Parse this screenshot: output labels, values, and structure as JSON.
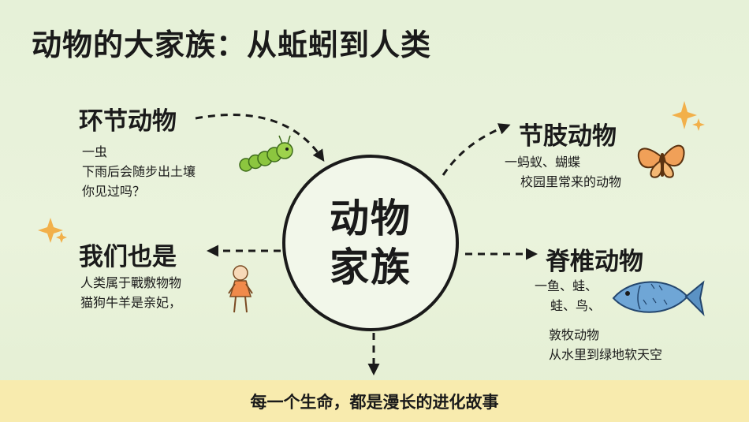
{
  "title": "动物的大家族：从蚯蚓到人类",
  "center": {
    "line1": "动物",
    "line2": "家族"
  },
  "nodes": {
    "annelida": {
      "heading": "环节动物",
      "lines": [
        "一虫",
        "下雨后会随步出土壤",
        "你见过吗？"
      ]
    },
    "arthropoda": {
      "heading": "节肢动物",
      "lines": [
        "一蚂蚁、蝴蝶",
        "校园里常来的动物"
      ]
    },
    "humans": {
      "heading": "我们也是",
      "lines": [
        "人类属于戰敷物物",
        "猫狗牛羊是亲妃，"
      ]
    },
    "vertebrata": {
      "heading": "脊椎动物",
      "lines": [
        "一鱼、蛙、",
        "蛙、鸟、",
        "敦牧动物",
        "从水里到绿地软天空"
      ]
    }
  },
  "banner": "每一个生命，都是漫长的进化故事",
  "icons": [
    "caterpillar-icon",
    "butterfly-icon",
    "person-icon",
    "fish-icon",
    "sparkle-icon"
  ],
  "colors": {
    "background": "#e6f1d8",
    "banner": "#f8ebae",
    "ink": "#1a1a1a",
    "sparkle": "#f2b04a",
    "caterpillar": "#8cc63f",
    "butterfly": "#f0a058",
    "fish": "#6fa6d6",
    "person": "#f08a4b"
  }
}
